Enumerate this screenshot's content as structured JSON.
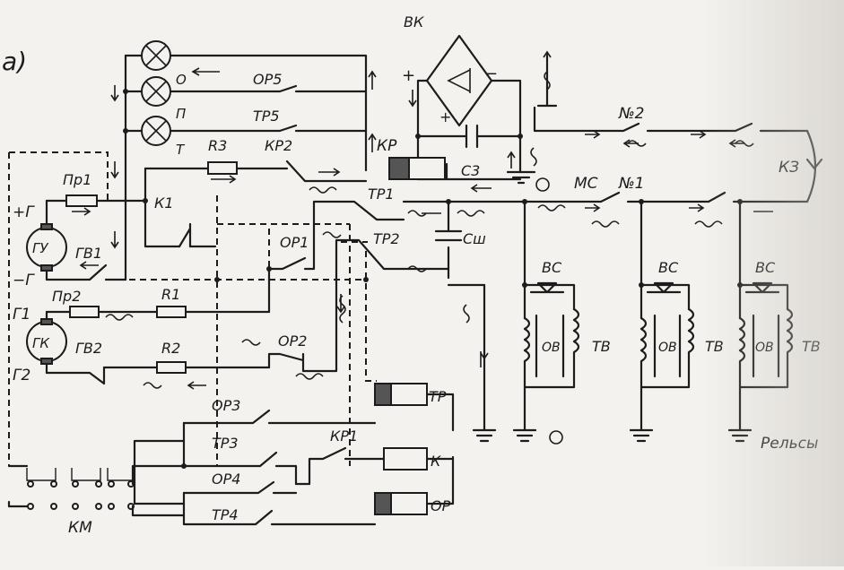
{
  "figure_label": "а)",
  "lamps": [
    "О",
    "П",
    "Т"
  ],
  "relays": {
    "op5": "ОР5",
    "tr5": "ТР5",
    "kr2": "КР2",
    "kr1": "КР1",
    "tr1": "ТР1",
    "tr2": "ТР2",
    "op1": "ОР1",
    "op2": "ОР2",
    "op3": "ОР3",
    "tr3": "ТР3",
    "op4": "ОР4",
    "tr4": "ТР4",
    "k1": "К1"
  },
  "coils": {
    "tr": "ТР",
    "k": "К",
    "op": "ОР",
    "kr": "КР"
  },
  "resistors": {
    "r3": "R3",
    "r1": "R1",
    "r2": "R2"
  },
  "fuses": {
    "pr1": "Пр1",
    "pr2": "Пр2"
  },
  "machines": {
    "gu": "ГУ",
    "gk": "ГК"
  },
  "generator_outputs": {
    "gv1": "ГВ1",
    "gv2": "ГВ2"
  },
  "terminals": {
    "g_plus": "+Г",
    "g_minus": "−Г",
    "g1": "Г1",
    "g2": "Г2"
  },
  "rectifier": {
    "name": "ВК",
    "plus": "+",
    "minus": "−",
    "cap_plus": "+"
  },
  "capacitors": {
    "c3": "С3",
    "csh": "Сш"
  },
  "line": {
    "ms": "МС",
    "n1": "№1",
    "n2": "№2",
    "kz": "КЗ"
  },
  "branch": {
    "vs": "ВС",
    "ov": "ОВ",
    "tv": "ТВ"
  },
  "rails": "Рельсы",
  "km": "КМ"
}
